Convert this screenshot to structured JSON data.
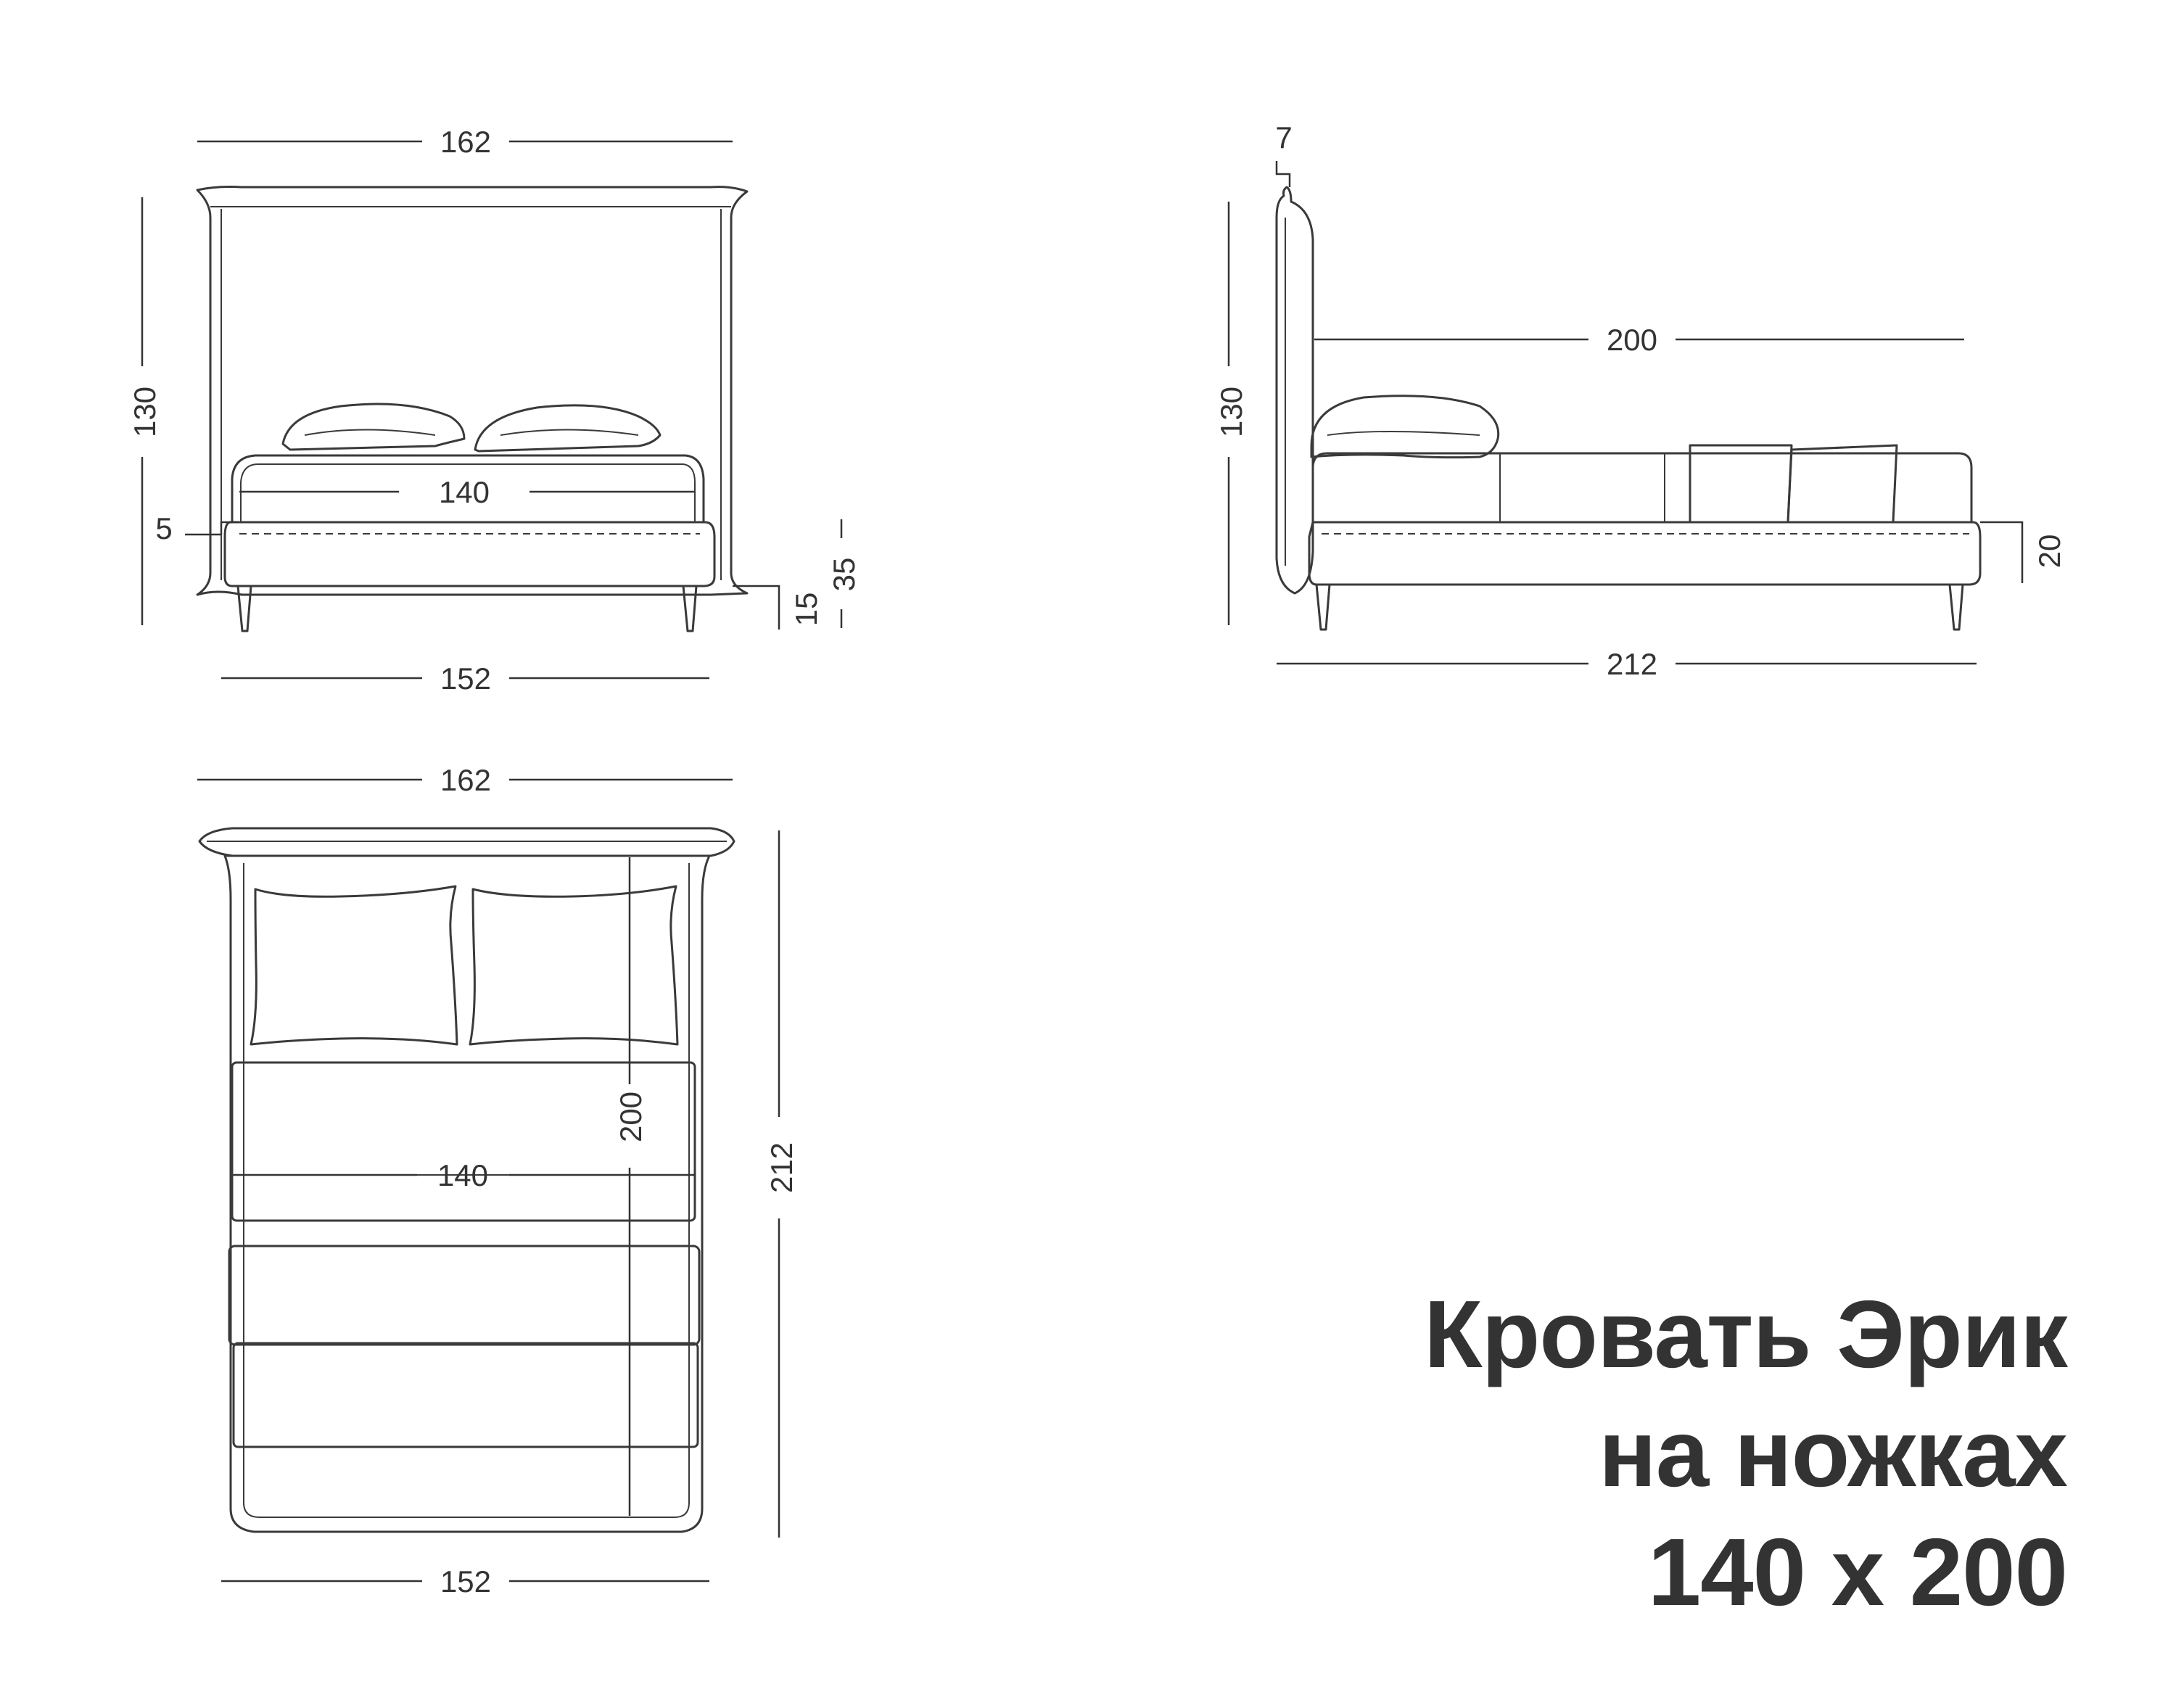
{
  "title": {
    "line1": "Кровать Эрик",
    "line2": "на ножках",
    "line3": "140 х 200"
  },
  "front_view": {
    "width_total": "162",
    "height_total": "130",
    "mattress_width": "140",
    "inset": "5",
    "base_width": "152",
    "leg_height": "15",
    "base_height": "35"
  },
  "side_view": {
    "headboard_thickness": "7",
    "height_total": "130",
    "mattress_length": "200",
    "frame_height": "20",
    "length_total": "212"
  },
  "top_view": {
    "width_total": "162",
    "mattress_length": "200",
    "mattress_width": "140",
    "length_total": "212",
    "base_width": "152"
  },
  "colors": {
    "outline": "#3a3a3a",
    "headboard_fill": "#ededed",
    "frame_fill": "#f3f3f3",
    "blanket_fill": "#d4d4d4",
    "text": "#333333"
  }
}
